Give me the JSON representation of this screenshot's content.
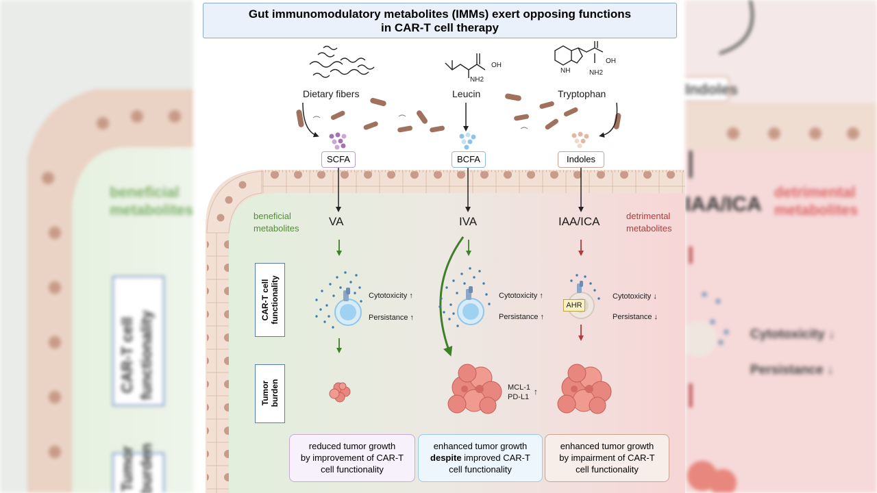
{
  "title": {
    "line1": "Gut immunomodulatory metabolites (IMMs) exert opposing functions",
    "line2": "in CAR-T cell therapy"
  },
  "sources": {
    "dietary_fibers": "Dietary fibers",
    "leucin": "Leucin",
    "tryptophan": "Tryptophan",
    "oh": "OH",
    "nh2": "NH2",
    "nh": "NH"
  },
  "metabolites": {
    "scfa": "SCFA",
    "bcfa": "BCFA",
    "indoles": "Indoles"
  },
  "derived": {
    "va": "VA",
    "iva": "IVA",
    "iaa_ica": "IAA/ICA"
  },
  "categories": {
    "beneficial_1": "beneficial",
    "beneficial_2": "metabolites",
    "detrimental_1": "detrimental",
    "detrimental_2": "metabolites"
  },
  "row_labels": {
    "cart_1": "CAR-T cell",
    "cart_2": "functionality",
    "tumor_1": "Tumor",
    "tumor_2": "burden"
  },
  "effects": {
    "cytotoxicity": "Cytotoxicity",
    "persistance": "Persistance",
    "up": "↑",
    "down": "↓",
    "ahr": "AHR",
    "mcl1": "MCL-1",
    "pdl1": "PD-L1"
  },
  "conclusions": {
    "left": {
      "l1": "reduced tumor growth",
      "l2": "by improvement of CAR-T",
      "l3": "cell functionality"
    },
    "middle": {
      "l1": "enhanced tumor growth",
      "l2_bold": "despite",
      "l2_rest": " improved CAR-T",
      "l3": "cell functionality"
    },
    "right": {
      "l1": "enhanced tumor growth",
      "l2": "by impairment of CAR-T",
      "l3": "cell functionality"
    }
  },
  "background": {
    "left_beneficial_1": "beneficial",
    "left_beneficial_2": "metabolites",
    "left_row_1": "CAR-T cell",
    "left_row_2": "functionality",
    "left_row_3": "Tumor",
    "left_row_4": "burden",
    "right_indoles": "Indoles",
    "right_iaa": "IAA/ICA",
    "right_detrimental_1": "detrimental",
    "right_detrimental_2": "metabolites",
    "right_cytotoxicity": "Cytotoxicity",
    "right_persistance": "Persistance",
    "right_down": "↓"
  },
  "colors": {
    "green_arrow": "#3f7f2a",
    "red_arrow": "#b23a3a",
    "beneficial_text": "#4f8f2f",
    "detrimental_text": "#b23a3a",
    "tissue": "#f1e1d6",
    "tumor": "#e8877e"
  }
}
